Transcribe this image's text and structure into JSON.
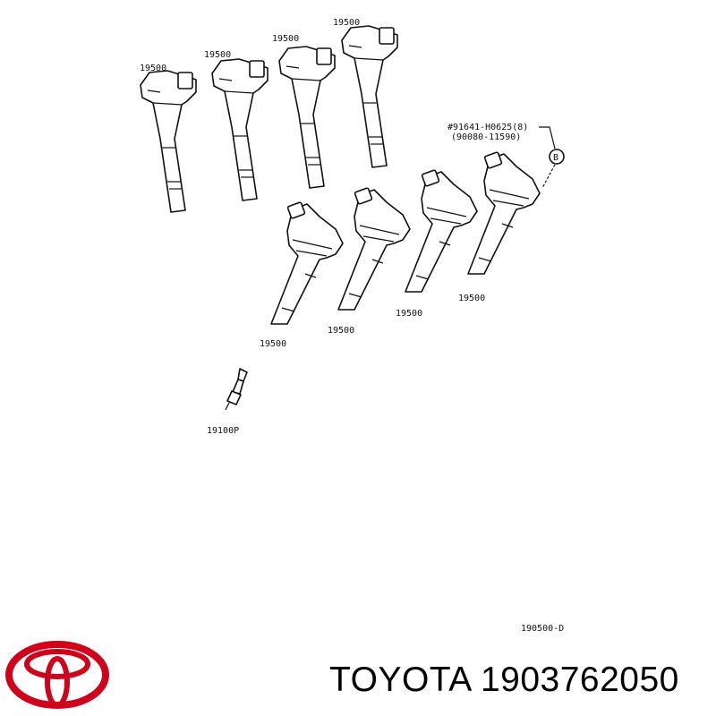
{
  "diagram": {
    "coil_label": "19500",
    "spark_plug_label": "19100P",
    "bolt_part_number": "#91641-H0625(8)",
    "bolt_alt_number": "(90080-11590)",
    "callout_letter": "B",
    "figure_code": "190500-D"
  },
  "footer": {
    "brand": "TOYOTA",
    "part_number": "1903762050",
    "logo_color": "#d0021b",
    "logo": "toyota-logo-icon"
  }
}
